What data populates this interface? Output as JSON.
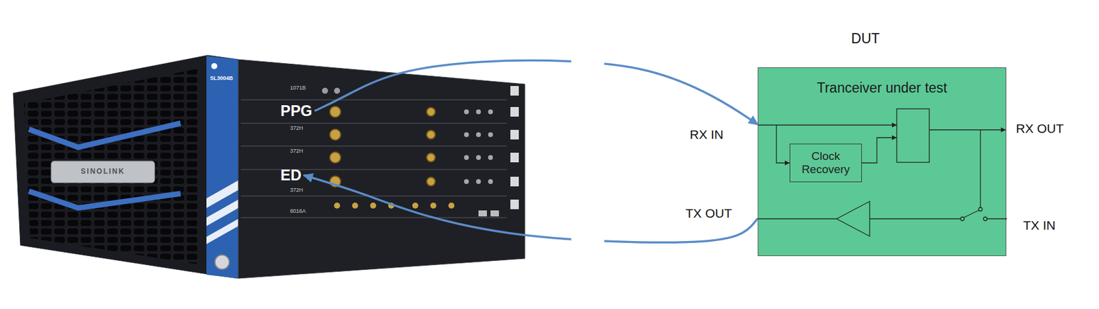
{
  "diagram": {
    "nodes": [
      {
        "text": [
          "PPG"
        ]
      },
      {
        "text": [
          "ED"
        ]
      },
      {
        "text": [
          "DUT",
          "Tranceiver under test"
        ]
      },
      {
        "text": [
          "Clock Recovery"
        ],
        "in": 2
      }
    ],
    "edges": [
      {
        "from": 0,
        "to": 2,
        "arrow": "to"
      },
      {
        "from": 2,
        "to": 1,
        "arrow": "to"
      }
    ],
    "labels": [
      "SL3004B",
      "1071B",
      "372H",
      "372H",
      "372H",
      "8016A",
      "SINOLINK",
      "RX IN",
      "RX OUT",
      "TX OUT",
      "TX IN"
    ]
  }
}
